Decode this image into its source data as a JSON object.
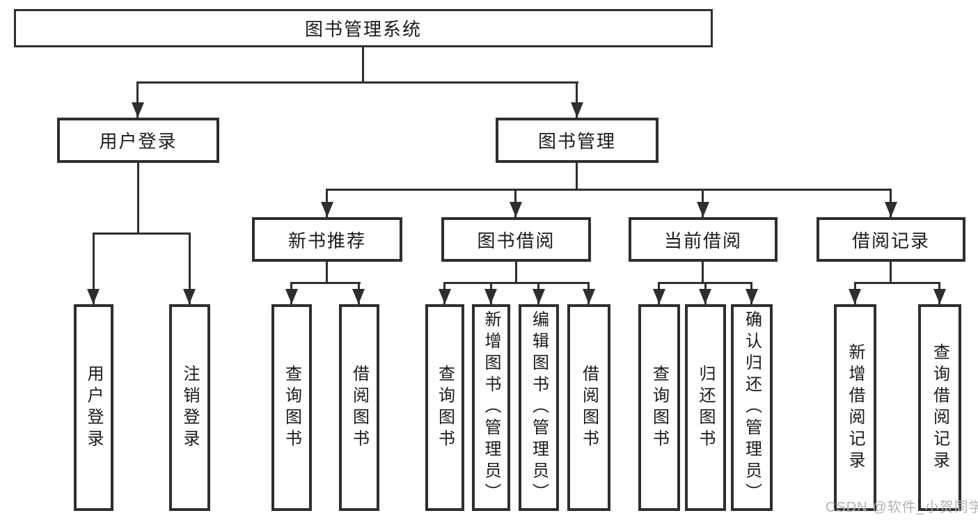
{
  "colors": {
    "line": "#2e2e2e",
    "text": "#1a1a1a",
    "watermark": "#b3b3b3",
    "background": "#ffffff"
  },
  "nodes": {
    "root": {
      "label": "图书管理系统"
    },
    "user_login": {
      "label": "用户登录"
    },
    "book_mgmt": {
      "label": "图书管理"
    },
    "new_rec": {
      "label": "新书推荐"
    },
    "borrow": {
      "label": "图书借阅"
    },
    "current": {
      "label": "当前借阅"
    },
    "records": {
      "label": "借阅记录"
    },
    "leaf1a": {
      "label": "用户登录"
    },
    "leaf1b": {
      "label": "注销登录"
    },
    "leaf2a": {
      "label": "查询图书"
    },
    "leaf2b": {
      "label": "借阅图书"
    },
    "leaf3a": {
      "label": "查询图书"
    },
    "leaf3b": {
      "label": "新增图书（管理员）"
    },
    "leaf3c": {
      "label": "编辑图书（管理员）"
    },
    "leaf3d": {
      "label": "借阅图书"
    },
    "leaf4a": {
      "label": "查询图书"
    },
    "leaf4b": {
      "label": "归还图书"
    },
    "leaf4c": {
      "label": "确认归还（管理员）"
    },
    "leaf5a": {
      "label": "新增借阅记录"
    },
    "leaf5b": {
      "label": "查询借阅记录"
    }
  },
  "edges": [
    [
      "图书管理系统",
      "用户登录"
    ],
    [
      "图书管理系统",
      "图书管理"
    ],
    [
      "用户登录",
      "用户登录"
    ],
    [
      "用户登录",
      "注销登录"
    ],
    [
      "图书管理",
      "新书推荐"
    ],
    [
      "图书管理",
      "图书借阅"
    ],
    [
      "图书管理",
      "当前借阅"
    ],
    [
      "图书管理",
      "借阅记录"
    ],
    [
      "新书推荐",
      "查询图书"
    ],
    [
      "新书推荐",
      "借阅图书"
    ],
    [
      "图书借阅",
      "查询图书"
    ],
    [
      "图书借阅",
      "新增图书（管理员）"
    ],
    [
      "图书借阅",
      "编辑图书（管理员）"
    ],
    [
      "图书借阅",
      "借阅图书"
    ],
    [
      "当前借阅",
      "查询图书"
    ],
    [
      "当前借阅",
      "归还图书"
    ],
    [
      "当前借阅",
      "确认归还（管理员）"
    ],
    [
      "借阅记录",
      "新增借阅记录"
    ],
    [
      "借阅记录",
      "查询借阅记录"
    ]
  ],
  "watermark": {
    "text": "CSDN @软件_小贺同学"
  }
}
